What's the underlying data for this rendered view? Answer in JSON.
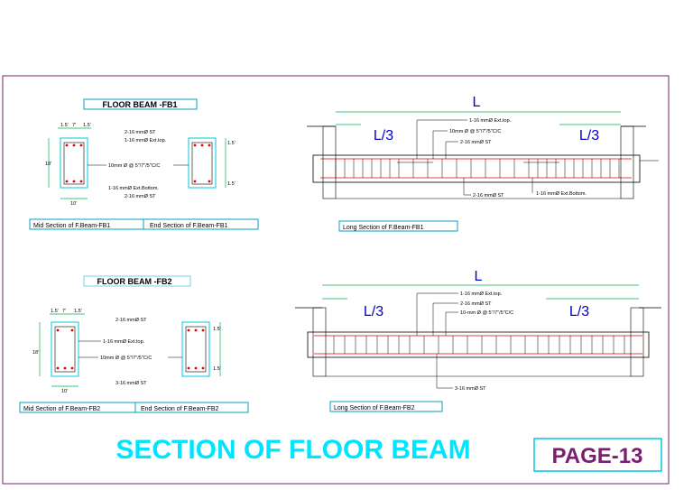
{
  "fb1": {
    "heading": "FLOOR BEAM -FB1",
    "mid_caption": "Mid Section of F.Beam-FB1",
    "end_caption": "End Section of F.Beam-FB1",
    "long_caption": "Long Section of F.Beam-FB1",
    "sec_top_dims": [
      "1.5'",
      "7'",
      "1.5'"
    ],
    "sec_side_dim": "18'",
    "sec_bottom_dim": "10'",
    "end_side_dims": [
      "1.5'",
      "1.5'"
    ],
    "note_top_a": "2-16 mmØ ST",
    "note_top_b": "1-16 mmØ Ext.top.",
    "note_stirrup": "10mm Ø @ 5\"/7\"/5\"C/C",
    "note_bot_a": "1-16 mmØ Ext.Bottom.",
    "note_bot_b": "2-16 mmØ ST",
    "long_L": "L",
    "long_L3_left": "L/3",
    "long_L3_right": "L/3",
    "long_note1": "1-16 mmØ Ext.top.",
    "long_note2": "10mm Ø @ 5\"/7\"/5\"C/C",
    "long_note3": "2-16 mmØ ST",
    "long_note4": "2-16 mmØ ST",
    "long_note5": "1-16 mmØ Ext.Bottom."
  },
  "fb2": {
    "heading": "FLOOR BEAM -FB2",
    "mid_caption": "Mid Section of F.Beam-FB2",
    "end_caption": "End Section of F.Beam-FB2",
    "long_caption": "Long Section of F.Beam-FB2",
    "sec_top_dims": [
      "1.5'",
      "7'",
      "1.5'"
    ],
    "sec_side_dim": "18'",
    "sec_bottom_dim": "10'",
    "end_side_dims": [
      "1.5'",
      "1.5'"
    ],
    "note_top": "2-16 mmØ ST",
    "note_ext": "1-16 mmØ Ext.top.",
    "note_stirrup": "10mm Ø @ 5\"/7\"/5\"C/C",
    "note_bot": "3-16 mmØ ST",
    "long_L": "L",
    "long_L3_left": "L/3",
    "long_L3_right": "L/3",
    "long_note1": "1-16 mmØ Ext.top.",
    "long_note2": "2-16 mmØ ST",
    "long_note3": "10-mm Ø @ 5\"/7\"/5\"C/C",
    "long_note4": "3-16 mmØ ST"
  },
  "footer": {
    "title": "SECTION OF FLOOR  BEAM",
    "page": "PAGE-13"
  },
  "colors": {
    "frame": "#7a1f6e",
    "cyan": "#00c8e0",
    "green": "#00b050",
    "red": "#e00000",
    "blue": "#0000cc"
  }
}
